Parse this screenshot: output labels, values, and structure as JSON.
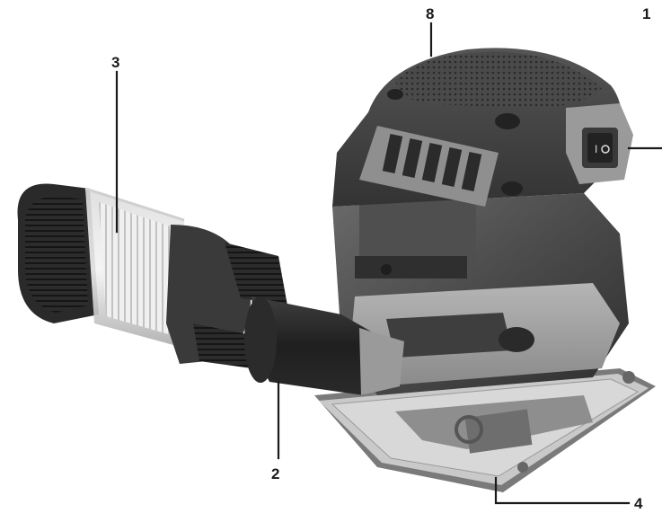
{
  "callouts": [
    {
      "id": "1",
      "label": "1",
      "part": "switch"
    },
    {
      "id": "2",
      "label": "2",
      "part": "dust-adapter"
    },
    {
      "id": "3",
      "label": "3",
      "part": "dust-canister"
    },
    {
      "id": "4",
      "label": "4",
      "part": "sanding-base"
    },
    {
      "id": "8",
      "label": "8",
      "part": "palm-grip"
    }
  ],
  "colors": {
    "body_dark": "#3a3a3a",
    "body_mid": "#5a5a5a",
    "body_light": "#8a8a8a",
    "accent_grey": "#9c9c9c",
    "base_plate": "#bdbdbd",
    "leader": "#1a1a1a"
  }
}
